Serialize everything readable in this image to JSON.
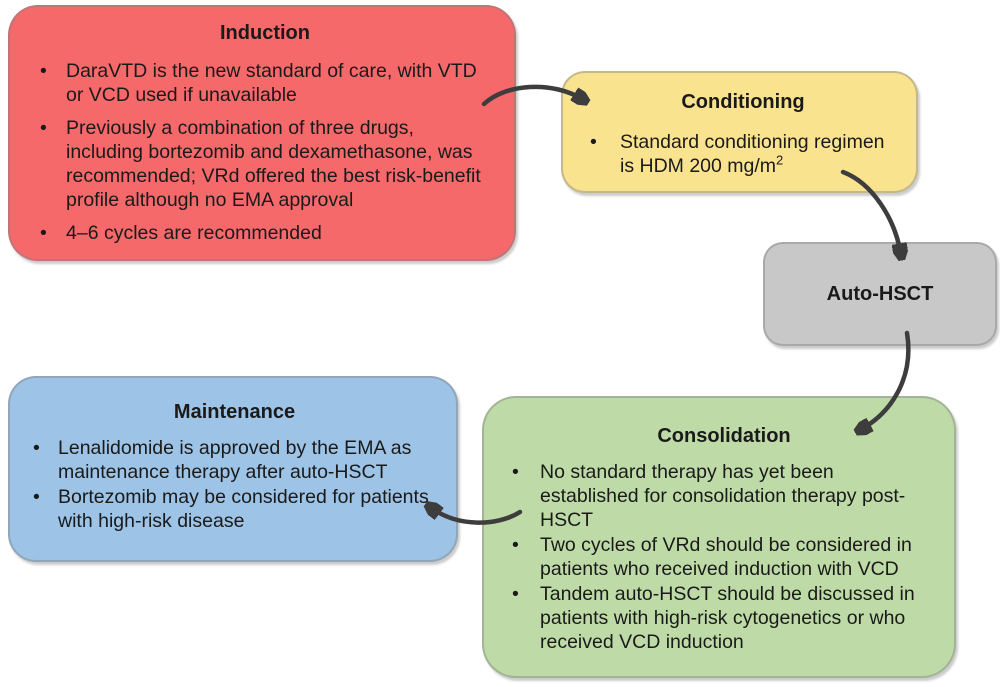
{
  "ui": {
    "bullet_char": "•"
  },
  "colors": {
    "background": "#ffffff",
    "text": "#1a1a1a",
    "arrow": "#3d3d3d",
    "induction": "#f5696b",
    "conditioning": "#fae38f",
    "auto_hsct": "#c8c8c8",
    "consolidation": "#bedba7",
    "maintenance": "#9dc3e6"
  },
  "nodes": {
    "induction": {
      "title": "Induction",
      "bullets": [
        "DaraVTD is the new standard of care, with VTD or VCD used if unavailable",
        "Previously a combination of three drugs, including bortezomib and dexamethasone, was recommended; VRd offered the best risk-benefit profile although no EMA approval",
        "4–6 cycles are recommended"
      ]
    },
    "conditioning": {
      "title": "Conditioning",
      "bullet_text": "Standard conditioning regimen is HDM 200 mg/m",
      "bullet_sup": "2"
    },
    "auto_hsct": {
      "title": "Auto-HSCT"
    },
    "consolidation": {
      "title": "Consolidation",
      "bullets": [
        "No standard therapy has yet been established for consolidation therapy post-HSCT",
        "Two cycles of VRd should be considered in patients who received induction with VCD",
        "Tandem auto-HSCT should be discussed in patients with high-risk cytogenetics or who received VCD induction"
      ]
    },
    "maintenance": {
      "title": "Maintenance",
      "bullets": [
        "Lenalidomide is approved by the EMA as maintenance therapy after auto-HSCT",
        "Bortezomib may be considered for patients with high-risk disease"
      ]
    }
  }
}
